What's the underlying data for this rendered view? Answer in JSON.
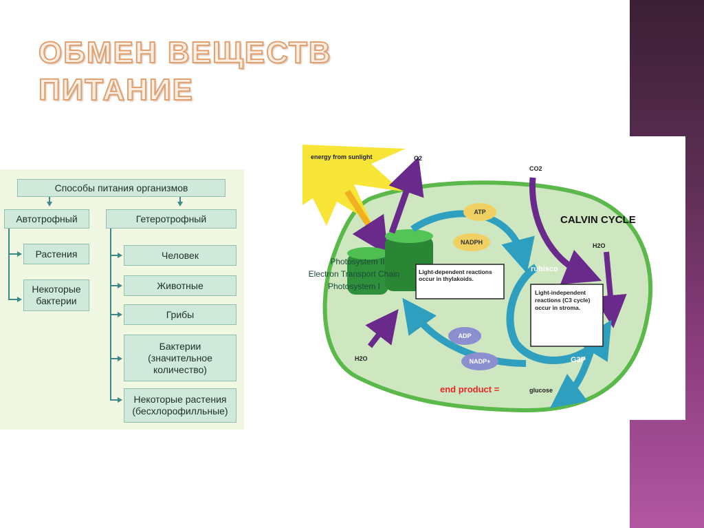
{
  "slide": {
    "title_line1": "ОБМЕН ВЕЩЕСТВ",
    "title_line2": "ПИТАНИЕ"
  },
  "scheme": {
    "root": "Способы питания организмов",
    "auto": {
      "label": "Автотрофный",
      "items": [
        "Растения",
        "Некоторые бактерии"
      ]
    },
    "hetero": {
      "label": "Гетеротрофный",
      "items": [
        "Человек",
        "Животные",
        "Грибы",
        "Бактерии",
        "Некоторые растения"
      ],
      "notes": {
        "bacteria": "(значительное количество)",
        "plants": "(бесхлорофилльные)"
      }
    }
  },
  "photosynthesis": {
    "sunlight": "energy from sunlight",
    "o2": "O2",
    "co2": "CO2",
    "h2o_top": "H2O",
    "h2o_bottom": "H2O",
    "calvin": "CALVIN CYCLE",
    "atp": "ATP",
    "nadph": "NADPH",
    "adp": "ADP",
    "nadp": "NADP+",
    "rubisco": "rubisco",
    "g3p": "G3P",
    "ps2": "Photosystem II",
    "etc": "Electron Transport Chain",
    "ps1": "Photosystem I",
    "light_box": "Light-dependent reactions occur in thylakoids.",
    "indep_box": "Light-independent reactions (C3 cycle) occur in stroma.",
    "end_product": "end product =",
    "glucose": "glucose",
    "colors": {
      "purple": "#6a2a8c",
      "teal": "#2e9fbf",
      "green_border": "#5bb84a",
      "fill": "#cfe7c1",
      "yellow": "#f7e42c"
    }
  }
}
